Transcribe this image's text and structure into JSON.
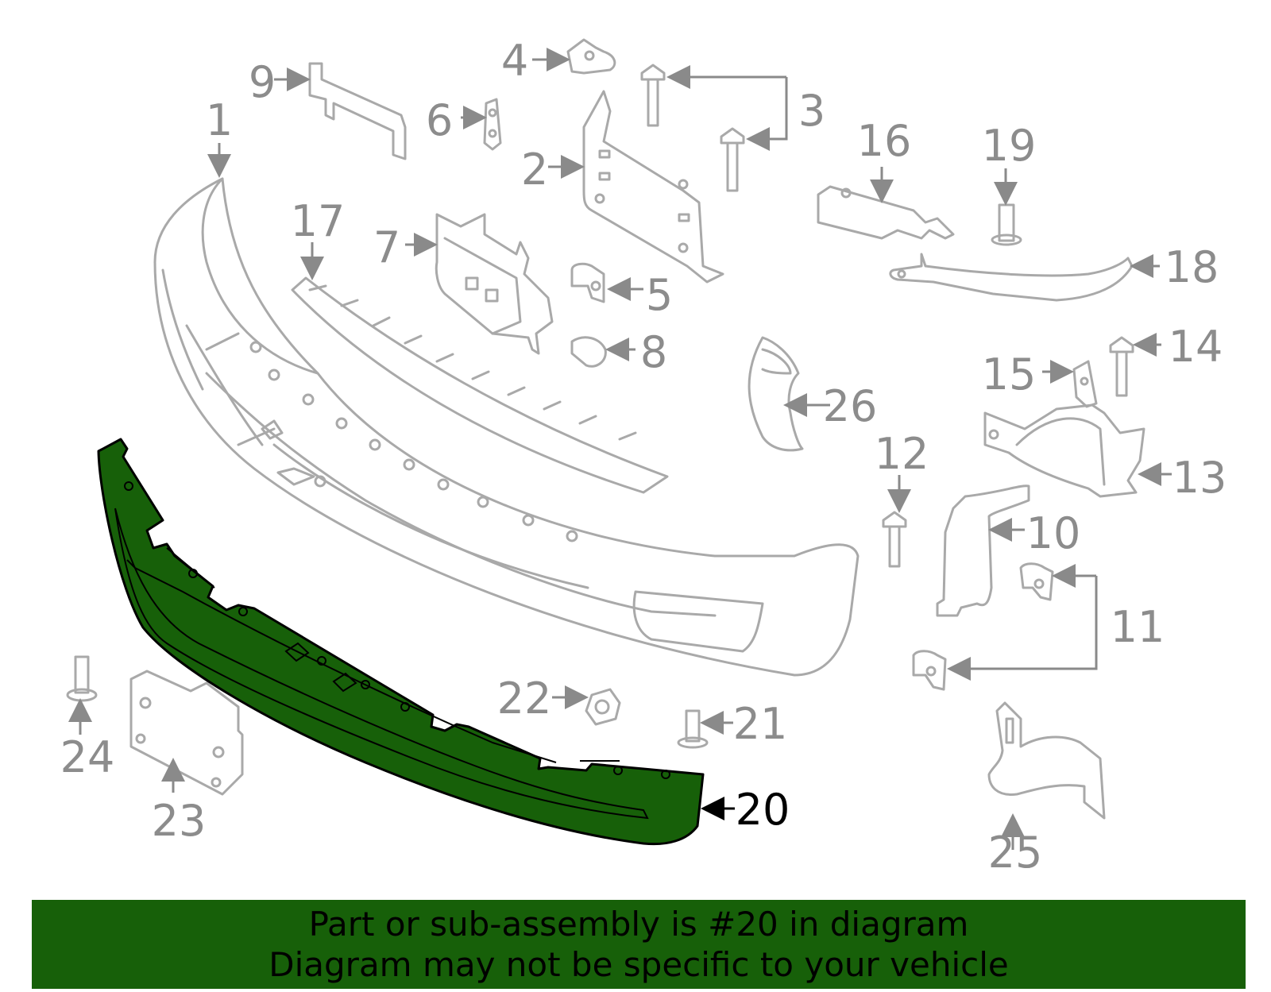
{
  "diagram": {
    "highlight_color": "#176009",
    "line_color": "#a9a9a9",
    "callouts": [
      "1",
      "2",
      "3",
      "4",
      "5",
      "6",
      "7",
      "8",
      "9",
      "10",
      "11",
      "12",
      "13",
      "14",
      "15",
      "16",
      "17",
      "18",
      "19",
      "20",
      "21",
      "22",
      "23",
      "24",
      "25",
      "26"
    ],
    "highlighted_part": "20"
  },
  "banner": {
    "line1": "Part or sub-assembly is #20 in diagram",
    "line2": "Diagram may not be specific to your vehicle"
  }
}
